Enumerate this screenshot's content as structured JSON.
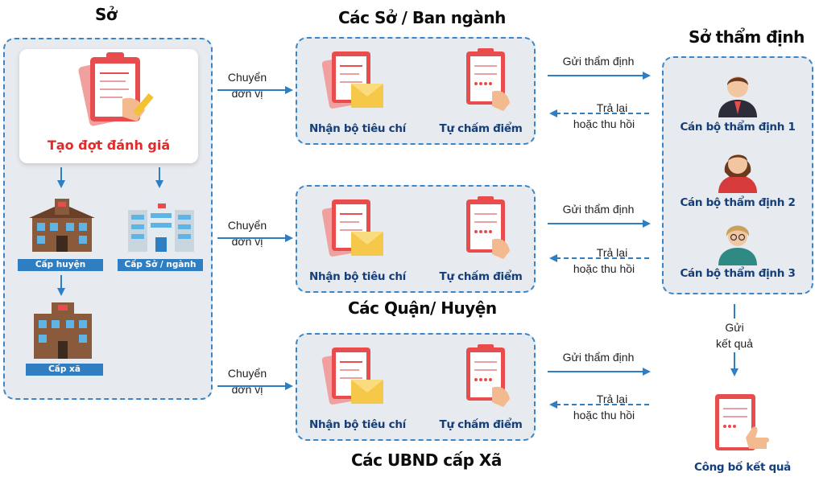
{
  "titles": {
    "so": "Sở",
    "so_ban_nganh": "Các Sở / Ban ngành",
    "so_tham_dinh": "Sở thẩm định",
    "quan_huyen": "Các Quận/ Huyện",
    "ubnd_xa": "Các UBND cấp Xã"
  },
  "left_panel": {
    "create_label": "Tạo đợt đánh giá",
    "units": [
      "Cấp huyện",
      "Cấp Sở / ngành",
      "Cấp xã"
    ]
  },
  "transfer_label": [
    "Chuyển",
    "đơn vị"
  ],
  "flow_rows": [
    {
      "receive": "Nhận bộ tiêu chí",
      "self_score": "Tự chấm điểm",
      "send": "Gửi thẩm định",
      "return": [
        "Trả lại",
        "hoặc thu hồi"
      ]
    },
    {
      "receive": "Nhận bộ tiêu chí",
      "self_score": "Tự chấm điểm",
      "send": "Gửi thẩm định",
      "return": [
        "Trả lại",
        "hoặc thu hồi"
      ]
    },
    {
      "receive": "Nhận bộ tiêu chí",
      "self_score": "Tự chấm điểm",
      "send": "Gửi thẩm định",
      "return": [
        "Trả lại",
        "hoặc thu hồi"
      ]
    }
  ],
  "appraisers": [
    "Cán bộ thẩm định 1",
    "Cán bộ thẩm định 2",
    "Cán bộ thẩm định 3"
  ],
  "send_result": [
    "Gửi",
    "kết quả"
  ],
  "publish_label": "Công bố kết quả",
  "colors": {
    "panel_border": "#3a86c8",
    "panel_bg": "#e7eaee",
    "navy_text": "#143f7a",
    "accent_red": "#e02b2b",
    "badge_blue": "#2f7ec1"
  }
}
